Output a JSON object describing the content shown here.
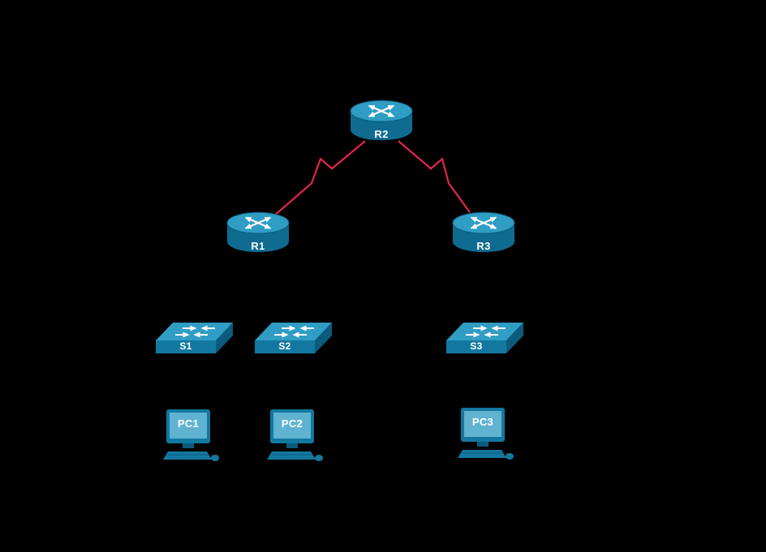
{
  "diagram": {
    "background_color": "#000000",
    "device_color_light": "#2f9dc4",
    "device_color_mid": "#1378a0",
    "device_color_dark": "#0b5b7e",
    "screen_color": "#5fb3d0",
    "link_color": "#e0274a",
    "nodes": [
      {
        "id": "R2",
        "type": "router",
        "label": "R2"
      },
      {
        "id": "R1",
        "type": "router",
        "label": "R1"
      },
      {
        "id": "R3",
        "type": "router",
        "label": "R3"
      },
      {
        "id": "S1",
        "type": "switch",
        "label": "S1"
      },
      {
        "id": "S2",
        "type": "switch",
        "label": "S2"
      },
      {
        "id": "S3",
        "type": "switch",
        "label": "S3"
      },
      {
        "id": "PC1",
        "type": "pc",
        "label": "PC1"
      },
      {
        "id": "PC2",
        "type": "pc",
        "label": "PC2"
      },
      {
        "id": "PC3",
        "type": "pc",
        "label": "PC3"
      }
    ],
    "links": [
      {
        "from": "R2",
        "to": "R1",
        "type": "serial"
      },
      {
        "from": "R2",
        "to": "R3",
        "type": "serial"
      }
    ]
  }
}
